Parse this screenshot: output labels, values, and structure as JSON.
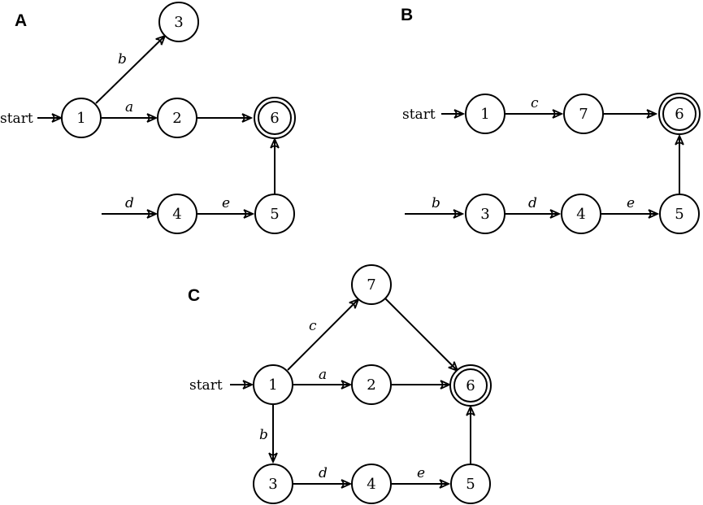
{
  "start_text": "start",
  "panels": [
    {
      "label": "A",
      "nodes": [
        {
          "id": "1",
          "label": "1"
        },
        {
          "id": "2",
          "label": "2"
        },
        {
          "id": "3",
          "label": "3"
        },
        {
          "id": "4",
          "label": "4"
        },
        {
          "id": "5",
          "label": "5"
        },
        {
          "id": "6",
          "label": "6",
          "accepting": true
        }
      ],
      "edges": [
        {
          "from": "start",
          "to": "1",
          "label": "start"
        },
        {
          "from": "1",
          "to": "3",
          "label": "b"
        },
        {
          "from": "1",
          "to": "2",
          "label": "a"
        },
        {
          "from": "2",
          "to": "6",
          "label": ""
        },
        {
          "from": "in",
          "to": "4",
          "label": "d"
        },
        {
          "from": "4",
          "to": "5",
          "label": "e"
        },
        {
          "from": "5",
          "to": "6",
          "label": ""
        }
      ]
    },
    {
      "label": "B",
      "nodes": [
        {
          "id": "1",
          "label": "1"
        },
        {
          "id": "7",
          "label": "7"
        },
        {
          "id": "6",
          "label": "6",
          "accepting": true
        },
        {
          "id": "3",
          "label": "3"
        },
        {
          "id": "4",
          "label": "4"
        },
        {
          "id": "5",
          "label": "5"
        }
      ],
      "edges": [
        {
          "from": "start",
          "to": "1",
          "label": "start"
        },
        {
          "from": "1",
          "to": "7",
          "label": "c"
        },
        {
          "from": "7",
          "to": "6",
          "label": ""
        },
        {
          "from": "in",
          "to": "3",
          "label": "b"
        },
        {
          "from": "3",
          "to": "4",
          "label": "d"
        },
        {
          "from": "4",
          "to": "5",
          "label": "e"
        },
        {
          "from": "5",
          "to": "6",
          "label": ""
        }
      ]
    },
    {
      "label": "C",
      "nodes": [
        {
          "id": "1",
          "label": "1"
        },
        {
          "id": "7",
          "label": "7"
        },
        {
          "id": "2",
          "label": "2"
        },
        {
          "id": "6",
          "label": "6",
          "accepting": true
        },
        {
          "id": "3",
          "label": "3"
        },
        {
          "id": "4",
          "label": "4"
        },
        {
          "id": "5",
          "label": "5"
        }
      ],
      "edges": [
        {
          "from": "start",
          "to": "1",
          "label": "start"
        },
        {
          "from": "1",
          "to": "7",
          "label": "c"
        },
        {
          "from": "1",
          "to": "2",
          "label": "a"
        },
        {
          "from": "1",
          "to": "3",
          "label": "b"
        },
        {
          "from": "7",
          "to": "6",
          "label": ""
        },
        {
          "from": "2",
          "to": "6",
          "label": ""
        },
        {
          "from": "3",
          "to": "4",
          "label": "d"
        },
        {
          "from": "4",
          "to": "5",
          "label": "e"
        },
        {
          "from": "5",
          "to": "6",
          "label": ""
        }
      ]
    }
  ]
}
